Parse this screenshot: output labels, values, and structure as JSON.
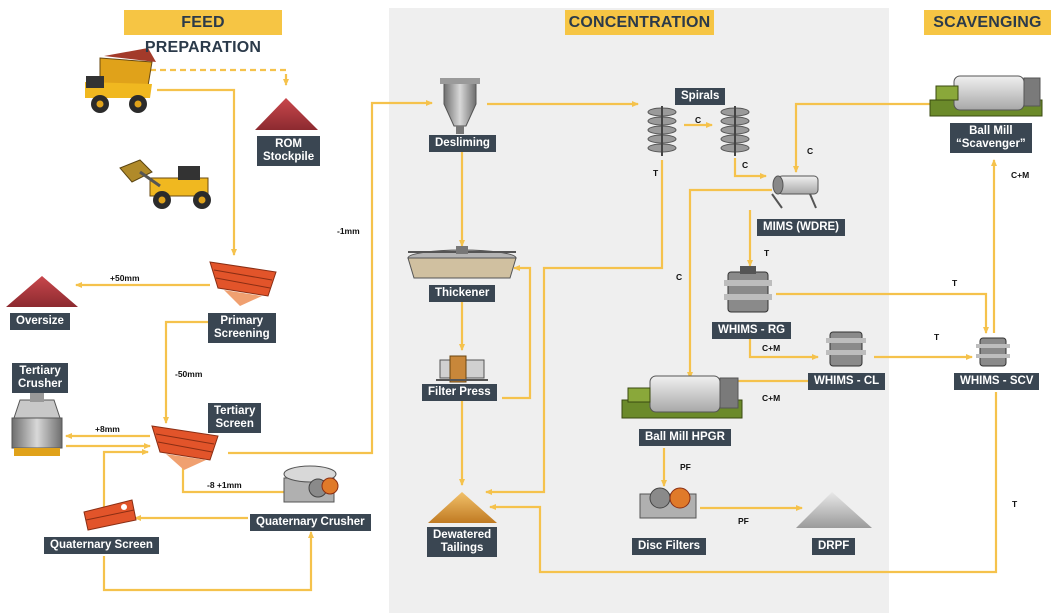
{
  "sections": {
    "feed": "FEED PREPARATION",
    "concentration": "CONCENTRATION",
    "scavenging": "SCAVENGING"
  },
  "nodes": {
    "rom_stockpile": "ROM\nStockpile",
    "oversize": "Oversize",
    "primary_screening": "Primary\nScreening",
    "tertiary_crusher": "Tertiary\nCrusher",
    "tertiary_screen": "Tertiary\nScreen",
    "quaternary_screen": "Quaternary Screen",
    "quaternary_crusher": "Quaternary Crusher",
    "desliming": "Desliming",
    "thickener": "Thickener",
    "filter_press": "Filter Press",
    "dewatered_tailings": "Dewatered\nTailings",
    "spirals": "Spirals",
    "mims": "MIMS (WDRE)",
    "whims_rg": "WHIMS - RG",
    "whims_cl": "WHIMS - CL",
    "whims_scv": "WHIMS - SCV",
    "ball_mill_hpgr": "Ball Mill HPGR",
    "ball_mill_scavenger": "Ball Mill\n“Scavenger”",
    "disc_filters": "Disc Filters",
    "drpf": "DRPF"
  },
  "flows": {
    "plus50": "+50mm",
    "minus50": "-50mm",
    "plus8": "+8mm",
    "minus8plus1": "-8 +1mm",
    "minus1": "-1mm",
    "c_spirals": "C",
    "t_spirals": "T",
    "c_spiral2": "C",
    "c_mims": "C",
    "t_mims": "T",
    "c_hpgr": "C",
    "cm_rg": "C+M",
    "cm_cl": "C+M",
    "t_rg": "T",
    "t_cl": "T",
    "cm_scv": "C+M",
    "t_scv": "T",
    "pf1": "PF",
    "pf2": "PF"
  },
  "colors": {
    "flow_line": "#f5c24c",
    "header_bg": "#f6c544",
    "label_bg": "#3a4652",
    "concentration_panel": "#efefef",
    "screen_orange": "#e2542a"
  },
  "icons": [
    "dump-truck-icon",
    "wheel-loader-icon",
    "stockpile-icon",
    "vibrating-screen-icon",
    "cone-crusher-icon",
    "hydrocyclone-icon",
    "thickener-icon",
    "filter-press-icon",
    "spiral-icon",
    "drum-separator-icon",
    "whims-icon",
    "ball-mill-icon",
    "disc-filter-icon"
  ]
}
